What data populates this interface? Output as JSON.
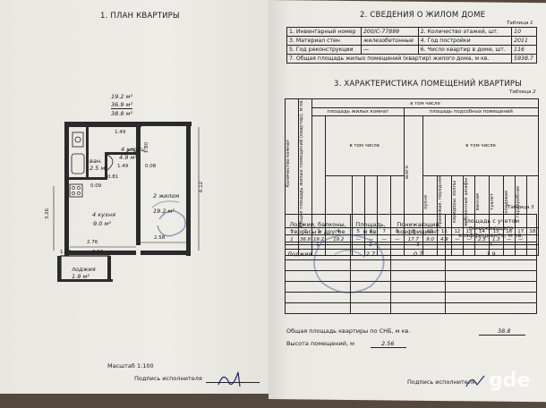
{
  "left": {
    "title": "1. ПЛАН КВАРТИРЫ",
    "area_top": {
      "a": "19.2 м²",
      "b": "36.9 м²",
      "c": "38.8 м²"
    },
    "rooms": {
      "corridor_name": "4 кориц.",
      "corridor_area": "4.9 м²",
      "bath_name": "ван.",
      "bath_area": "2.5 м²",
      "living_name": "2 жилом",
      "living_area": "19.2 м²",
      "kitchen_name": "4 кухня",
      "kitchen_area": "9.0 м²",
      "loggia_name": "лоджия",
      "loggia_area": "1.9 м²"
    },
    "dims": {
      "d1": "1.49",
      "d2": "1.80",
      "d3": "0.08",
      "d4": "0.09",
      "d5": "0.81",
      "d6": "1.49",
      "d7": "3.26",
      "d8": "6.12",
      "d9": "2.76",
      "d10": "2.58",
      "d11": "1.22",
      "d12": "0.12"
    },
    "scale": "Масштаб  1:100",
    "signature_label": "Подпись исполнителя"
  },
  "right": {
    "title2": "2. СВЕДЕНИЯ О ЖИЛОМ ДОМЕ",
    "table1_label": "Таблица 1",
    "table1": [
      [
        "1. Инвентарный номер",
        "200/С-77899",
        "2. Количество этажей, шт.",
        "10"
      ],
      [
        "3. Материал стен",
        "железобетонные",
        "4. Год постройки",
        "2011"
      ],
      [
        "5. Год реконструкции",
        "—",
        "6. Число квартир в доме, шт.",
        "116"
      ]
    ],
    "table1_last": [
      "7. Общая площадь жилых помещений (квартир) жилого дома, м кв.",
      "5938.7"
    ],
    "title3": "3. ХАРАКТЕРИСТИКА ПОМЕЩЕНИЙ КВАРТИРЫ",
    "table2_label": "Таблица 2",
    "t2": {
      "col_rooms": "Количество комнат",
      "col_total_area": "Общая площадь жилых помещений (квартир), м кв.",
      "in_total": "в том числе",
      "living_area": "площадь жилых комнат",
      "aux_area": "площадь подсобных помещений",
      "in_total2": "в том числе",
      "in_total3": "в том числе",
      "vert_labels": [
        "всего",
        "кухня",
        "прихожая, передняя",
        "коридоры, холлы",
        "встроенные шкафы",
        "ванная",
        "туалет",
        "кладовая",
        "гардеробная"
      ],
      "nums": [
        "1",
        "2",
        "3",
        "4",
        "5",
        "6",
        "7",
        "8",
        "9",
        "10",
        "11",
        "12",
        "13",
        "14",
        "15",
        "16",
        "17",
        "18"
      ],
      "row": [
        "1",
        "36.9",
        "19.2",
        "19.2",
        "—",
        "—",
        "—",
        "—",
        "17.7",
        "9.0",
        "4.9",
        "—",
        "—",
        "2.5",
        "1.3",
        "—",
        "—",
        ""
      ]
    },
    "table3_label": "Таблица 3",
    "t3": {
      "h1": "Лоджии, балконы, террасы и другое",
      "h2": "Площадь, м кв.",
      "h3": "Понижающий коэффициент",
      "h4": "Площадь с учетом понижающего коэффициента, м кв.",
      "n1": "1",
      "n2": "2",
      "n3": "3",
      "n4": "4",
      "r1": [
        "Лоджия",
        "2.7",
        "0.7",
        "1.9"
      ]
    },
    "total_label": "Общая площадь квартиры по СНБ, м кв.",
    "total_value": "38.8",
    "height_label": "Высота помещений, м",
    "height_value": "2.56",
    "signature_label": "Подпись исполнителя"
  },
  "watermark": "gde"
}
